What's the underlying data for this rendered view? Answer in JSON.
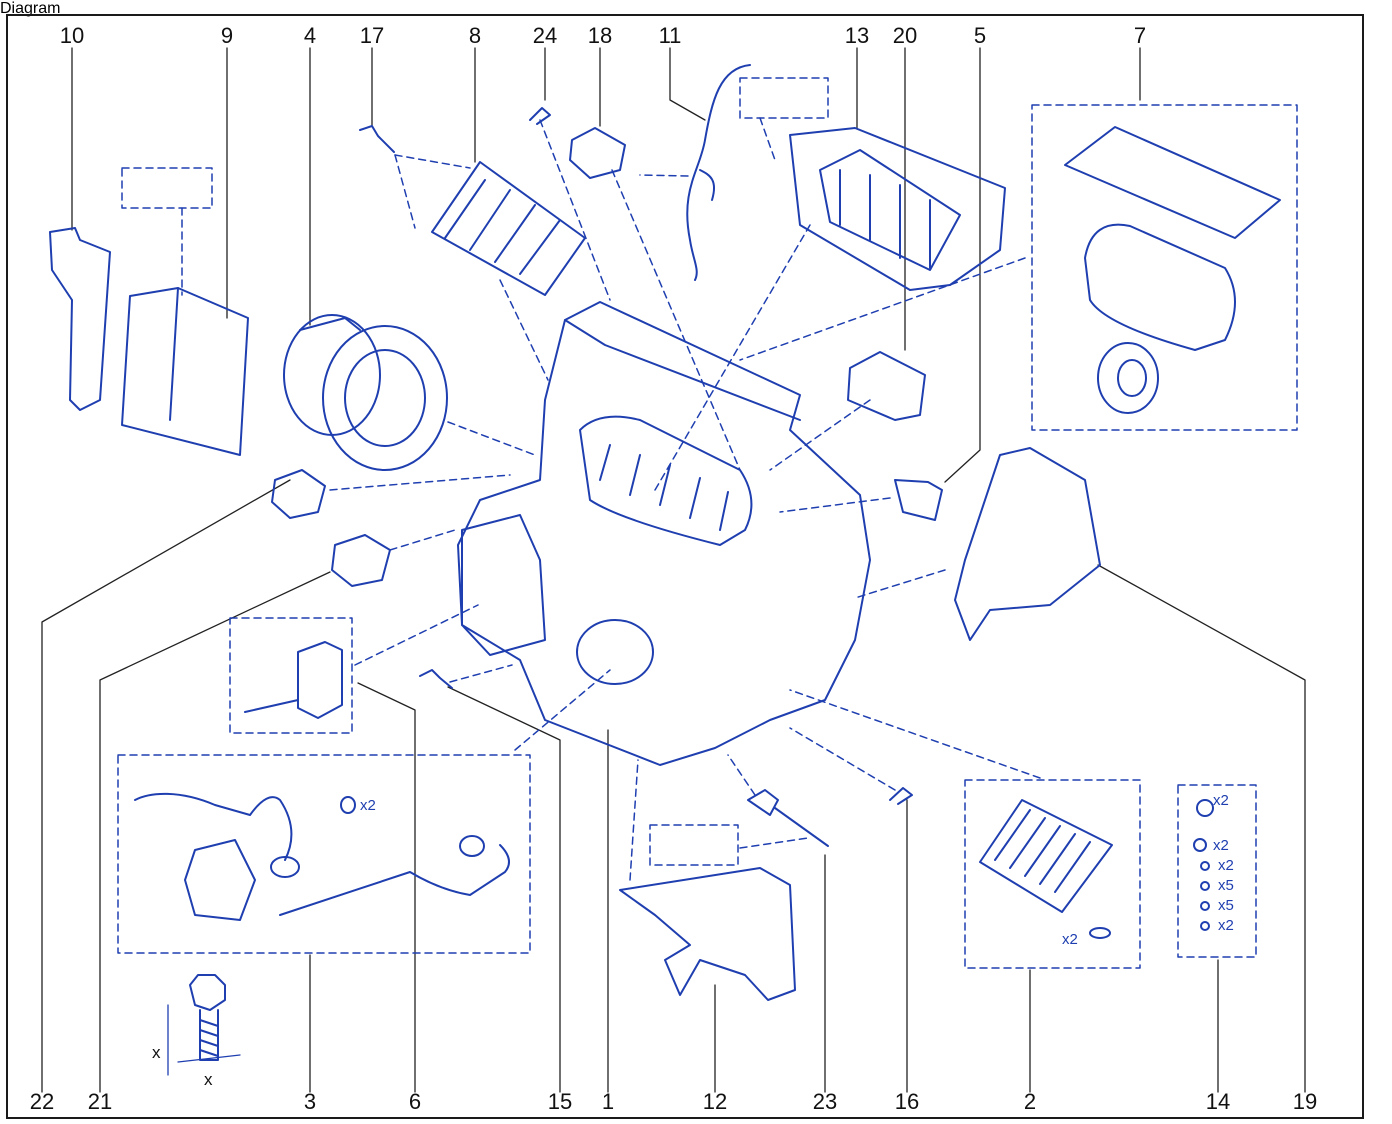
{
  "callouts_top": [
    "10",
    "9",
    "4",
    "17",
    "8",
    "24",
    "18",
    "11",
    "13",
    "20",
    "5",
    "7"
  ],
  "callouts_bottom": [
    "22",
    "21",
    "3",
    "6",
    "15",
    "1",
    "12",
    "23",
    "16",
    "2",
    "14",
    "19"
  ],
  "quantities": {
    "hose_kit_o_ring": "x2",
    "heater_core_clip": "x2",
    "kit14": [
      "x2",
      "x2",
      "x2",
      "x5",
      "x5",
      "x2"
    ]
  },
  "dimension_labels": {
    "vertical": "x",
    "horizontal": "x"
  },
  "colors": {
    "line": "#1f3fb0",
    "fill": "#ffffff",
    "text": "#111111",
    "frame": "#1a1a1a"
  }
}
